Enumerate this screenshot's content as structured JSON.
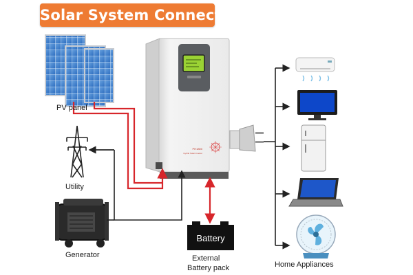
{
  "title": "Solar System Connection",
  "labels": {
    "pv_panel": "PV panel",
    "utility": "Utility",
    "generator": "Generator",
    "battery": "Battery",
    "external_battery_line1": "External",
    "external_battery_line2": "Battery pack",
    "home_appliances": "Home Appliances"
  },
  "inverter": {
    "model": "PH1800",
    "subtitle": "Hybrid Solar Inverter"
  },
  "colors": {
    "title_banner": "#ee7b33",
    "dc_wire": "#d7262b",
    "ac_wire": "#222222",
    "battery_body": "#111111"
  },
  "icons": [
    "solar-panel-icon",
    "transmission-tower-icon",
    "generator-icon",
    "inverter-icon",
    "battery-icon",
    "power-plug-icon",
    "air-conditioner-icon",
    "tv-icon",
    "refrigerator-icon",
    "laptop-icon",
    "fan-icon"
  ]
}
